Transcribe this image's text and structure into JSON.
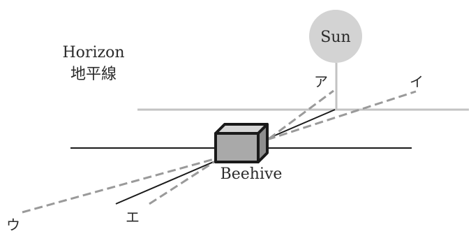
{
  "labels": {
    "horizon_en": "Horizon",
    "horizon_jp": "地平線",
    "sun": "Sun",
    "beehive": "Beehive",
    "a": "ア",
    "i": "イ",
    "u": "ウ",
    "e": "エ"
  },
  "colors": {
    "gray_line": "#c3c3c3",
    "dashed_line": "#9a9a9a",
    "black_line": "#1a1a1a",
    "sun_fill": "#d3d3d3",
    "box_front": "#a9a9a9",
    "box_top": "#d6d6d6",
    "box_side": "#8e8e8e"
  }
}
